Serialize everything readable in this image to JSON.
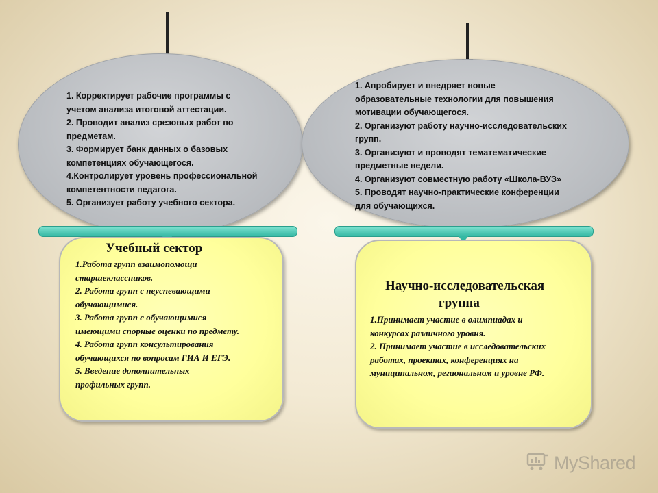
{
  "left_ellipse": {
    "lines": [
      "1.      Корректирует рабочие программы с",
      " учетом анализа итоговой аттестации.",
      "2. Проводит анализ срезовых работ по",
      "предметам.",
      "3. Формирует банк данных о базовых",
      "компетенциях обучающегося.",
      "4.Контролирует уровень профессиональной",
      " компетентности педагога.",
      "5. Организует работу учебного сектора."
    ]
  },
  "right_ellipse": {
    "lines": [
      "1. Апробирует и внедряет новые",
      "образовательные технологии для повышения",
      "мотивации обучающегося.",
      "2. Организуют работу научно-исследовательских",
      " групп.",
      "3. Организуют и проводят тематематические",
      "предметные недели.",
      "4. Организуют совместную работу «Школа-ВУЗ»",
      "5. Проводят научно-практические конференции",
      "для обучающихся."
    ]
  },
  "left_box": {
    "title": "Учебный сектор",
    "lines": [
      "1.Работа групп взаимопомощи",
      "старшеклассников.",
      "2. Работа групп с неуспевающими",
      " обучающимися.",
      "3. Работа групп с обучающимися",
      "имеющими спорные оценки по предмету.",
      "4. Работа групп консультирования",
      "обучающихся по вопросам ГИА И ЕГЭ.",
      "5. Введение дополнительных",
      " профильных групп."
    ]
  },
  "right_box": {
    "title_line1": "Научно-исследовательская",
    "title_line2": "группа",
    "lines": [
      "1.Принимает участие в олимпиадах и",
      "конкурсах различного уровня.",
      "2. Принимает участие в исследовательских",
      "работах, проектах, конференциях на",
      "муниципальном, региональном и уровне РФ."
    ]
  },
  "watermark": {
    "text": "MyShared",
    "icon": "chart-cart-icon"
  },
  "colors": {
    "ellipse": "#b9bcc0",
    "box": "#ffff9c",
    "brace": "#36b8a4",
    "arrow": "#222222"
  }
}
